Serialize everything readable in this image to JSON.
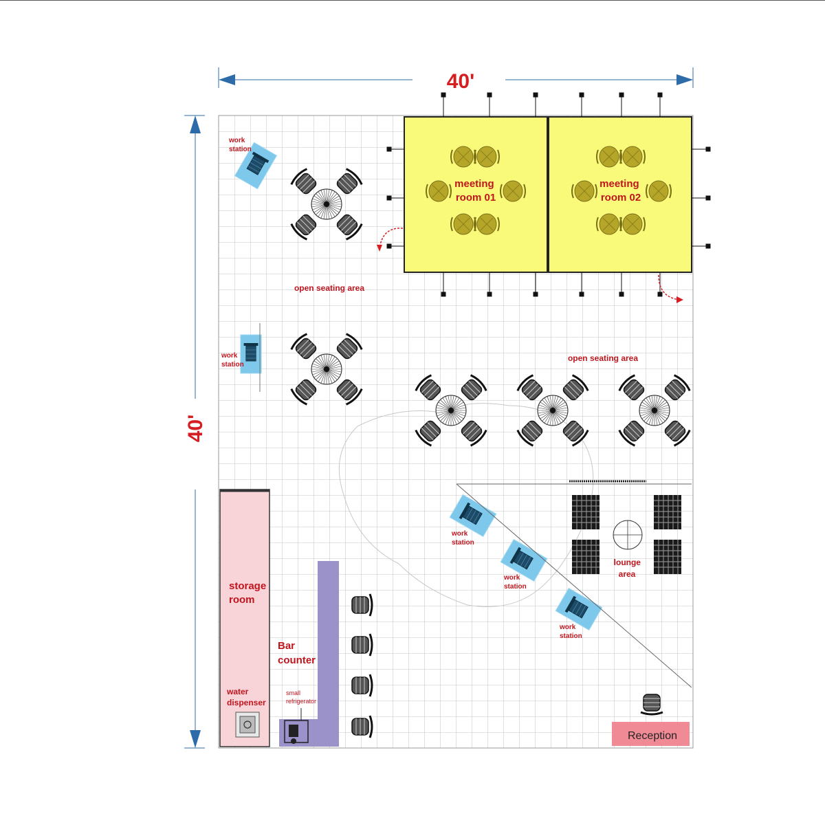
{
  "dimensions": {
    "width": "40'",
    "height": "40'"
  },
  "rooms": {
    "meeting_room_01": [
      "meeting",
      "room 01"
    ],
    "meeting_room_02": [
      "meeting",
      "room 02"
    ],
    "storage_room": [
      "storage",
      "room"
    ],
    "bar_counter": [
      "Bar",
      "counter"
    ],
    "lounge_area": [
      "lounge",
      "area"
    ],
    "reception": "Reception"
  },
  "areas": {
    "open_seating_1": "open seating area",
    "open_seating_2": "open seating area"
  },
  "workstations": {
    "ws1": [
      "work",
      "station"
    ],
    "ws2": [
      "work",
      "station"
    ],
    "ws3": [
      "work",
      "station"
    ],
    "ws4": [
      "work",
      "station"
    ],
    "ws5": [
      "work",
      "station"
    ]
  },
  "fixtures": {
    "water_dispenser": [
      "water",
      "dispenser"
    ],
    "small_refrigerator": [
      "small",
      "refrigerator"
    ]
  },
  "colors": {
    "meeting": "#fafa7a",
    "meeting_chair": "#b5a629",
    "storage": "#f8d3d8",
    "bar": "#9b92c9",
    "workstation": "#7ec8ec",
    "reception": "#f08b96",
    "label": "#c0151d",
    "arrow": "#2e6ca9"
  },
  "icons": [
    "dimension-arrow-icon",
    "round-table-icon",
    "chair-icon",
    "door-swing-icon",
    "sofa-icon",
    "desk-icon",
    "coffee-table-icon"
  ]
}
